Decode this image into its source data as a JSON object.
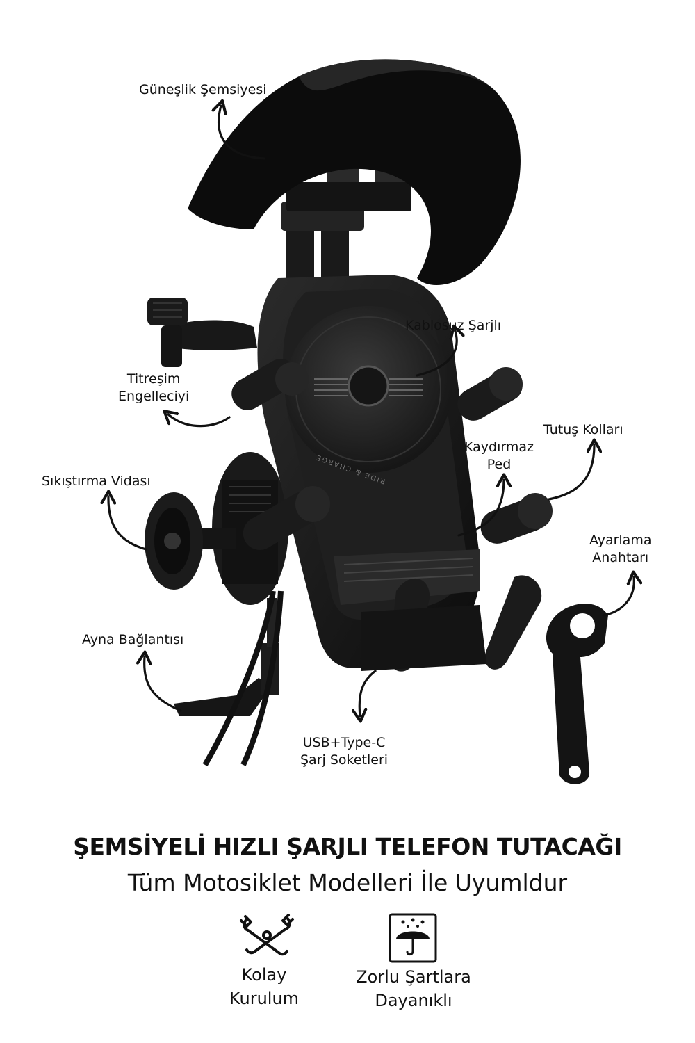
{
  "callouts": {
    "sunshade": "Güneşlik Şemsiyesi",
    "wireless": "Kablosuz Şarjlı",
    "vibration": [
      "Titreşim",
      "Engelleciyi"
    ],
    "grip_arms": "Tutuş Kolları",
    "nonslip": [
      "Kaydırmaz",
      "Ped"
    ],
    "clamp_screw": "Sıkıştırma Vidası",
    "adjust_key": [
      "Ayarlama",
      "Anahtarı"
    ],
    "mirror_mount": "Ayna Bağlantısı",
    "usb_ports": [
      "USB+Type-C",
      "Şarj Soketleri"
    ]
  },
  "device_print": "RIDE & CHARGE",
  "headline": "ŞEMSİYELİ HIZLI ŞARJLI TELEFON TUTACAĞI",
  "subheadline": "Tüm Motosiklet Modelleri İle Uyumldur",
  "features": [
    {
      "icon": "wrench-icon",
      "lines": [
        "Kolay",
        "Kurulum"
      ]
    },
    {
      "icon": "umbrella-rain-icon",
      "lines": [
        "Zorlu Şartlara",
        "Dayanıklı"
      ]
    }
  ]
}
